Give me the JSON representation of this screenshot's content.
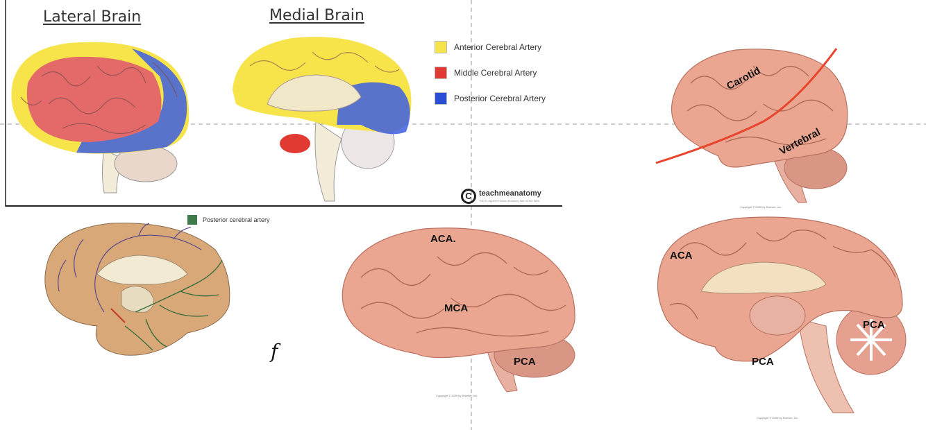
{
  "top_left": {
    "lateral_title": "Lateral Brain",
    "medial_title": "Medial Brain",
    "legend": [
      {
        "label": "Anterior Cerebral Artery",
        "color": "#f7e34a"
      },
      {
        "label": "Middle Cerebral Artery",
        "color": "#e03a32"
      },
      {
        "label": "Posterior Cerebral Artery",
        "color": "#2a4fd6"
      }
    ],
    "brand": {
      "name": "teachmeanatomy",
      "tagline": "The #1 Applied Human Anatomy Site on the Web."
    }
  },
  "top_right": {
    "labels": {
      "carotid": "Carotid",
      "vertebral": "Vertebral"
    },
    "copyright": "Copyright © 2009 by Elsevier, Inc."
  },
  "bottom_left": {
    "legend_label": "Posterior cerebral artery",
    "legend_color": "#3e7a4a",
    "scribble": "f"
  },
  "bottom_middle": {
    "labels": {
      "aca": "ACA.",
      "mca": "MCA",
      "pca": "PCA"
    },
    "copyright": "Copyright © 2009 by Elsevier, Inc."
  },
  "bottom_right": {
    "labels": {
      "aca": "ACA",
      "pca_cerebellum": "PCA",
      "pca_lower": "PCA"
    },
    "copyright": "Copyright © 2009 by Elsevier, Inc."
  },
  "colors": {
    "brain_fill": "#eaa690",
    "brain_stroke": "#b87060",
    "guide_line": "#999999",
    "carotid_line": "#e8452c"
  }
}
